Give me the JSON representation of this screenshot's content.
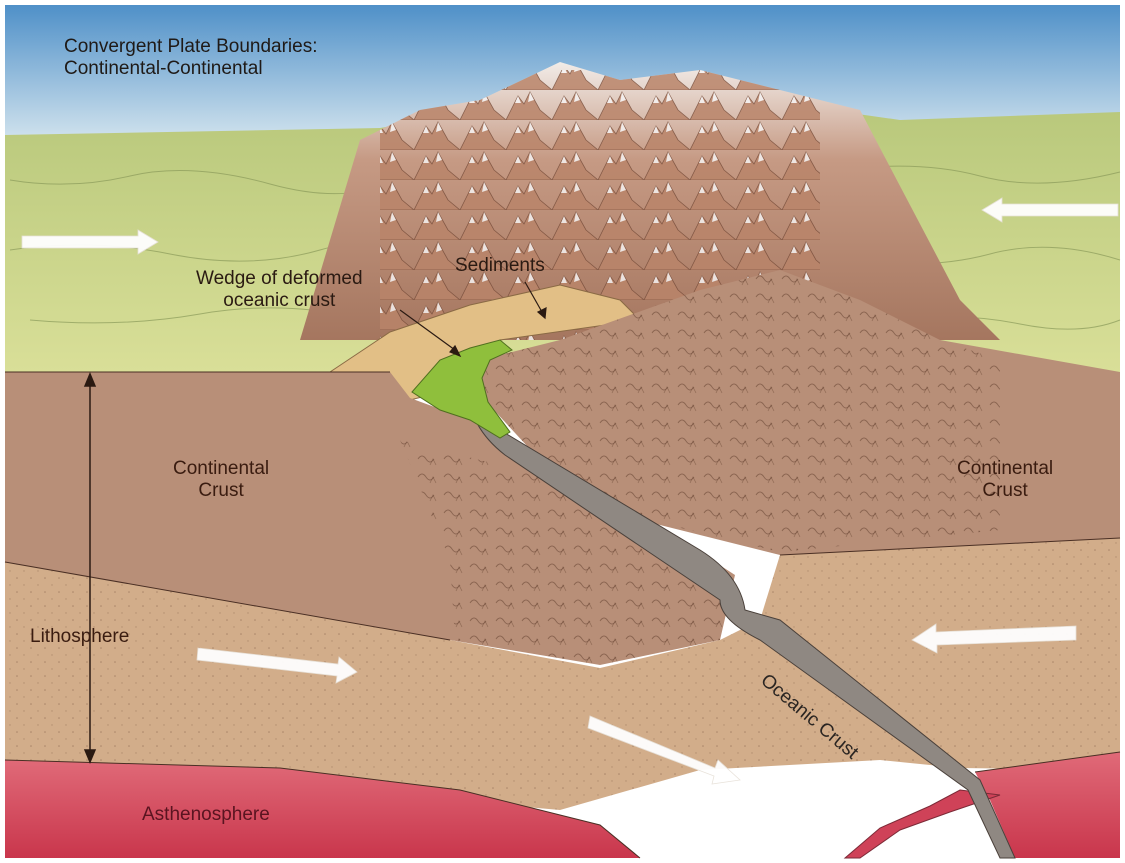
{
  "title": {
    "line1": "Convergent Plate Boundaries:",
    "line2": "Continental-Continental"
  },
  "labels": {
    "wedge": "Wedge of deformed\noceanic crust",
    "sediments": "Sediments",
    "continental_crust_left": "Continental\nCrust",
    "continental_crust_right": "Continental\nCrust",
    "lithosphere": "Lithosphere",
    "oceanic_crust": "Oceanic Crust",
    "asthenosphere": "Asthenosphere"
  },
  "colors": {
    "sky": "#7fb2d8",
    "plain": "#cbd58c",
    "crust": "#b88f78",
    "lithosphere_mantle": "#d2ad8a",
    "asthenosphere": "#d8485c",
    "oceanic_crust": "#8f8882",
    "wedge": "#8fbf3c",
    "sediments": "#e2bf86",
    "arrow": "#ffffff"
  }
}
